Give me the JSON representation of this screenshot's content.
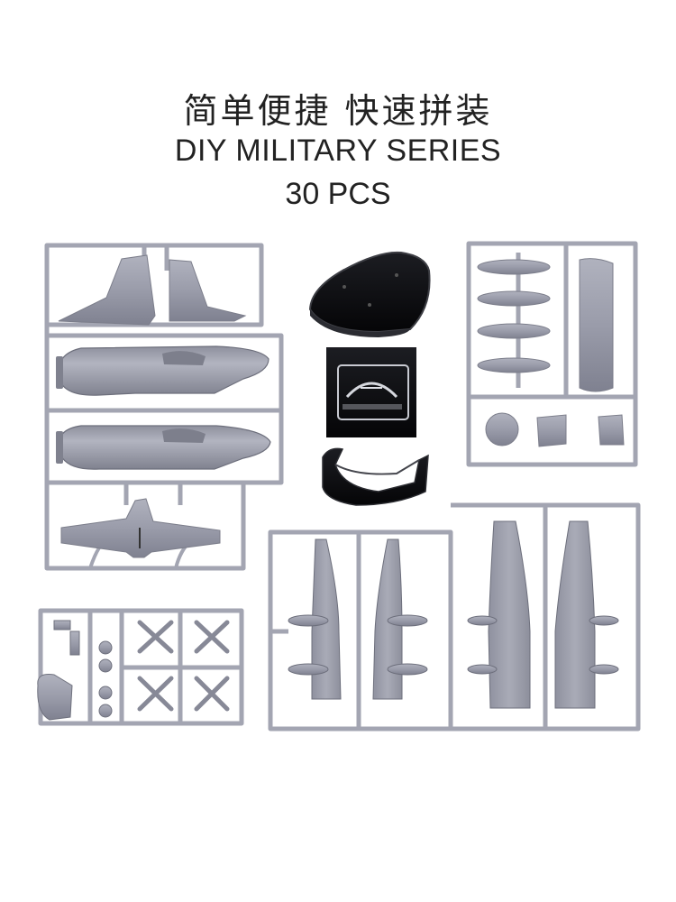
{
  "header": {
    "title_cn": "简单便捷  快速拼装",
    "title_en": "DIY MILITARY SERIES",
    "piece_count": "30 PCS"
  },
  "colors": {
    "background": "#ffffff",
    "plastic_grey": "#9b9dab",
    "runner_grey": "#a4a6b3",
    "stand_black": "#111215",
    "text": "#222222"
  },
  "parts": [
    {
      "id": "sprue-fuselage",
      "name": "sprue with tail fins, fuselage halves and horizontal stabilizer"
    },
    {
      "id": "display-stand-base",
      "name": "black display stand base"
    },
    {
      "id": "clear-canopy-card",
      "name": "clear canopy parts on black card"
    },
    {
      "id": "stand-arm",
      "name": "black stand support arm"
    },
    {
      "id": "sprue-small-parts",
      "name": "sprue with drop tanks and small parts"
    },
    {
      "id": "sprue-propellers",
      "name": "sprue with propellers and engine cowling"
    },
    {
      "id": "sprue-wings",
      "name": "sprue with wing halves"
    }
  ]
}
